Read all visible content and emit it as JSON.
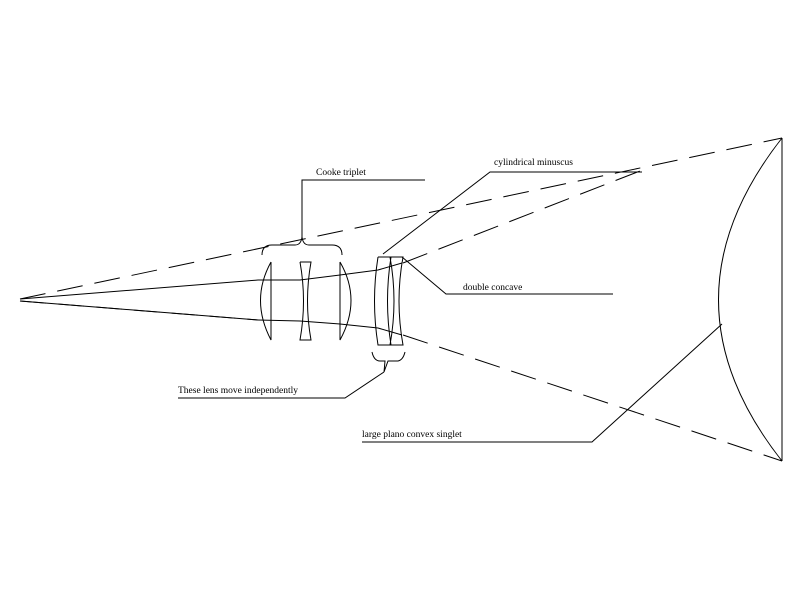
{
  "labels": {
    "cooke_triplet": "Cooke triplet",
    "cylindrical_minuscus": "cylindrical minuscus",
    "double_concave": "double concave",
    "independent_lenses": "These lens move independently",
    "plano_convex": "large plano convex singlet"
  },
  "colors": {
    "background": "#ffffff",
    "ink": "#000000"
  }
}
